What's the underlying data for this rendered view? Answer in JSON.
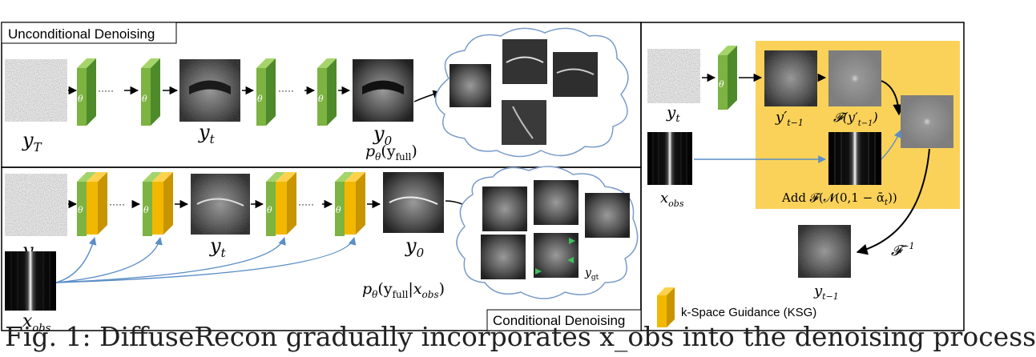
{
  "panels": {
    "unconditional_title": "Unconditional Denoising",
    "conditional_title": "Conditional Denoising"
  },
  "labels": {
    "theta": "θ",
    "dots": "·····",
    "y_T": "y",
    "y_T_sub": "T",
    "y_t": "y",
    "y_t_sub": "t",
    "y_0": "y",
    "y_0_sub": "0",
    "x_obs": "x",
    "x_obs_sub": "obs",
    "p_uncond": "p",
    "p_uncond_sub": "θ",
    "p_uncond_arg": "(y",
    "p_uncond_arg_sub": "full",
    "p_uncond_close": ")",
    "p_cond": "p",
    "p_cond_sub": "θ",
    "p_cond_arg": "(y",
    "p_cond_arg_sub": "full",
    "p_cond_bar": "|x",
    "p_cond_bar_sub": "obs",
    "p_cond_close": ")",
    "y_gt": "y",
    "y_gt_sub": "gt",
    "right_yt": "y",
    "right_yt_sub": "t",
    "right_ytm1_prime": "y′",
    "right_ytm1_prime_sub": "t−1",
    "fourier_label": "𝓕(y′",
    "fourier_label_sub": "t−1",
    "fourier_label_close": ")",
    "add_noise": "Add 𝓕(𝓝(0,1 − ᾱ",
    "add_noise_sub": "t",
    "add_noise_close": "))",
    "right_xobs": "x",
    "right_xobs_sub": "obs",
    "inverse": "𝓕",
    "inverse_sup": "−1",
    "right_ytm1": "y",
    "right_ytm1_sub": "t−1",
    "legend": "k-Space Guidance (KSG)"
  },
  "caption": "Fig. 1: DiffuseRecon gradually incorporates x_obs into the denoising process",
  "colors": {
    "green_front": "#7cb342",
    "green_side": "#4e8a2a",
    "green_top": "#a5d46a",
    "yellow_front": "#f2b800",
    "yellow_side": "#c89400",
    "yellow_top": "#ffd24d",
    "ksg_box": "#fad25a",
    "arrow_blue": "#5b8ec7"
  }
}
